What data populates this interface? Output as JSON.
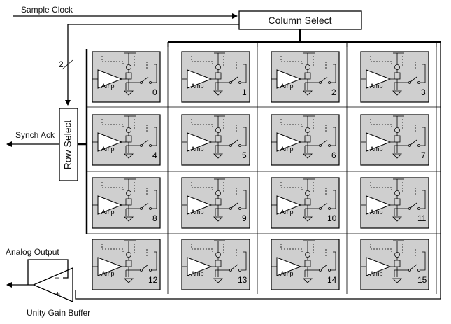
{
  "labels": {
    "sample_clock": "Sample Clock",
    "column_select": "Column Select",
    "row_select": "Row Select",
    "synch_ack": "Synch Ack",
    "analog_output": "Analog Output",
    "unity_gain_buffer": "Unity Gain Buffer",
    "bus_width": "2",
    "amp": "Amp",
    "plus": "+",
    "minus": "−"
  },
  "cells": [
    "0",
    "1",
    "2",
    "3",
    "4",
    "5",
    "6",
    "7",
    "8",
    "9",
    "10",
    "11",
    "12",
    "13",
    "14",
    "15"
  ]
}
